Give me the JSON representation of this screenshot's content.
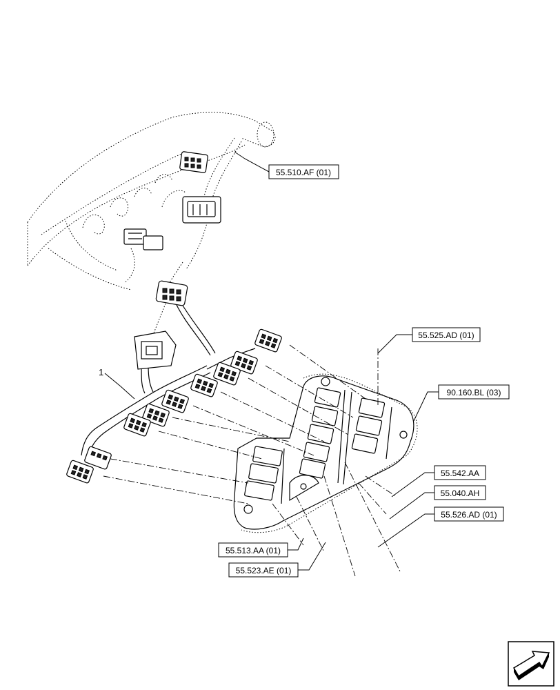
{
  "references": [
    {
      "key": "ref_55_510_af",
      "label": "55.510.AF (01)"
    },
    {
      "key": "ref_55_525_ad",
      "label": "55.525.AD (01)"
    },
    {
      "key": "ref_90_160_bl",
      "label": "90.160.BL (03)"
    },
    {
      "key": "ref_55_542_aa",
      "label": "55.542.AA"
    },
    {
      "key": "ref_55_040_ah",
      "label": "55.040.AH"
    },
    {
      "key": "ref_55_526_ad",
      "label": "55.526.AD (01)"
    },
    {
      "key": "ref_55_513_aa",
      "label": "55.513.AA (01)"
    },
    {
      "key": "ref_55_523_ae",
      "label": "55.523.AE (01)"
    }
  ],
  "item_label": "1",
  "nav_icon": "next-page-arrow-icon"
}
